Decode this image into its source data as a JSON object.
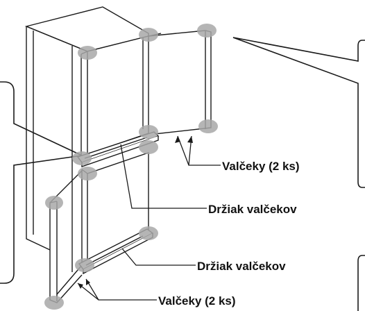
{
  "labels": {
    "rollers_upper": "Valčeky (2 ks)",
    "holder_upper": "Držiak valčekov",
    "holder_lower": "Držiak valčekov",
    "rollers_lower": "Valčeky (2 ks)"
  },
  "colors": {
    "line": "#1a1a1a",
    "fridge_fill": "#ffffff",
    "marker": "#a8a8a8"
  }
}
